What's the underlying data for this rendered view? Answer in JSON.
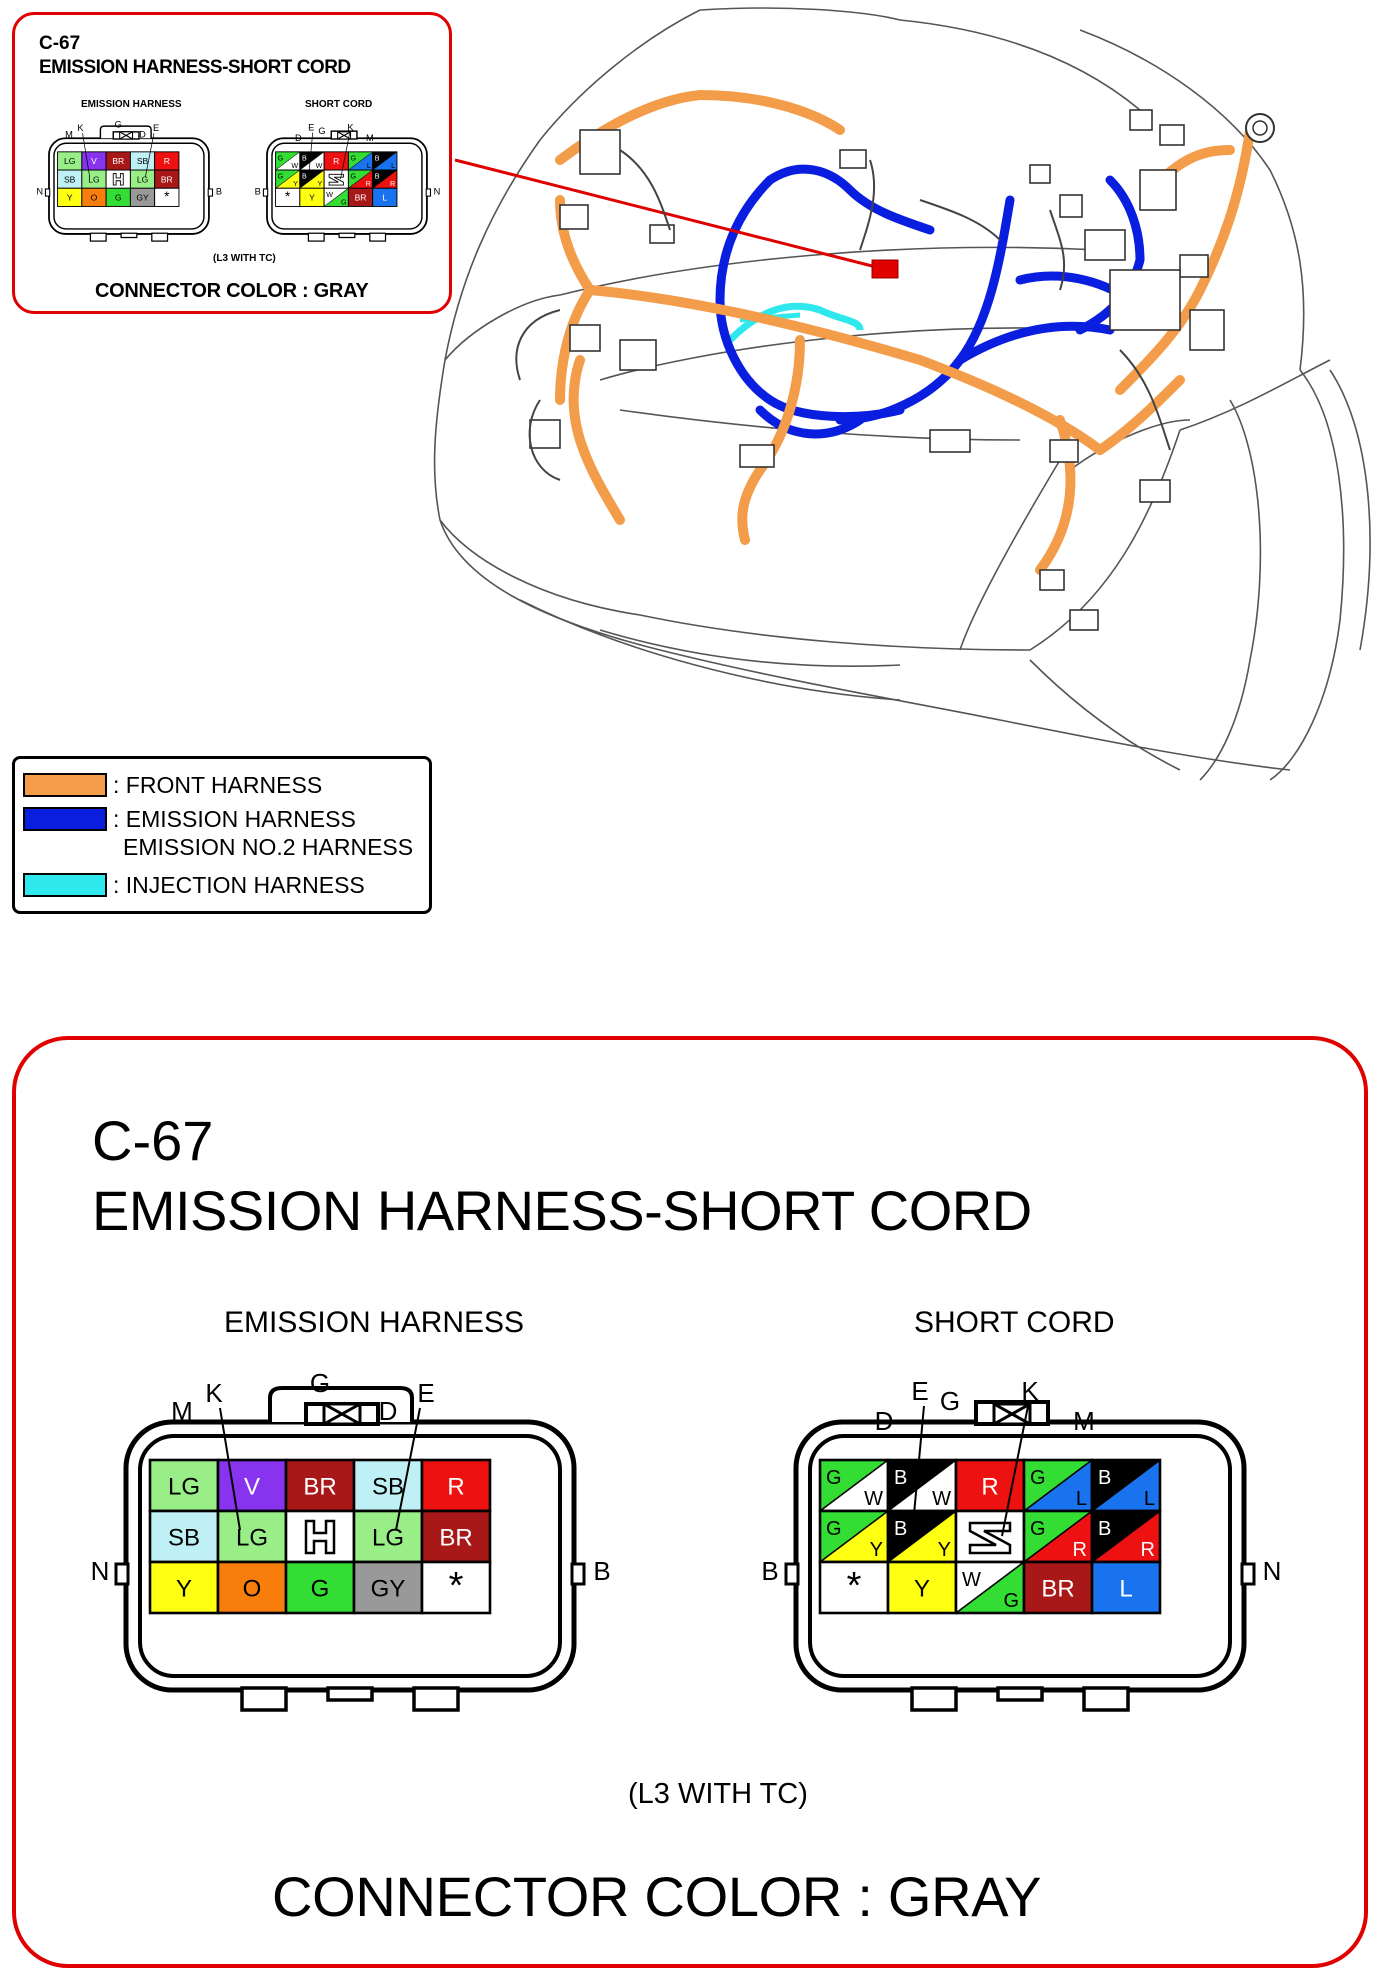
{
  "inset": {
    "code": "C-67",
    "title": "EMISSION HARNESS-SHORT CORD",
    "left_label": "EMISSION HARNESS",
    "right_label": "SHORT CORD",
    "note": "(L3 WITH TC)",
    "color_text": "CONNECTOR COLOR : GRAY"
  },
  "legend": {
    "items": [
      {
        "color": "#f39c4a",
        "lines": [
          ": FRONT HARNESS"
        ]
      },
      {
        "color": "#0a1ee0",
        "lines": [
          ": EMISSION HARNESS",
          "EMISSION NO.2 HARNESS"
        ]
      },
      {
        "color": "#2ee8ee",
        "lines": [
          ": INJECTION HARNESS"
        ]
      }
    ]
  },
  "main": {
    "code": "C-67",
    "title": "EMISSION HARNESS-SHORT CORD",
    "left_label": "EMISSION HARNESS",
    "right_label": "SHORT CORD",
    "note": "(L3 WITH TC)",
    "color_text": "CONNECTOR COLOR : GRAY"
  },
  "emission_harness": {
    "pin_labels": {
      "M": "M",
      "K": "K",
      "G": "G",
      "D": "D",
      "E": "E",
      "N": "N",
      "B": "B"
    },
    "cells": [
      [
        "LG",
        "V",
        "BR",
        "SB",
        "R"
      ],
      [
        "SB",
        "LG",
        "",
        "LG",
        "BR"
      ],
      [
        "Y",
        "O",
        "G",
        "GY",
        "*"
      ]
    ]
  },
  "short_cord": {
    "pin_labels": {
      "D": "D",
      "E": "E",
      "G": "G",
      "K": "K",
      "M": "M",
      "B": "B",
      "N": "N"
    },
    "cells": [
      [
        "G/W",
        "B/W",
        "R",
        "G/L",
        "B/L"
      ],
      [
        "G/Y",
        "B/Y",
        "",
        "G/R",
        "B/R"
      ],
      [
        "*",
        "Y",
        "W/G",
        "BR",
        "L"
      ]
    ]
  },
  "colors": {
    "LG": "#99ee88",
    "V": "#8833ee",
    "BR": "#a81818",
    "SB": "#bff0f5",
    "R": "#ee1111",
    "Y": "#ffff11",
    "O": "#f77d0c",
    "G": "#33dd33",
    "GY": "#999999",
    "W": "#ffffff",
    "B": "#000000",
    "L": "#1a73ee",
    "front_harness": "#f39c4a",
    "emission_harness": "#0a1ee0",
    "injection_harness": "#2ee8ee",
    "frame": "#e00000"
  }
}
